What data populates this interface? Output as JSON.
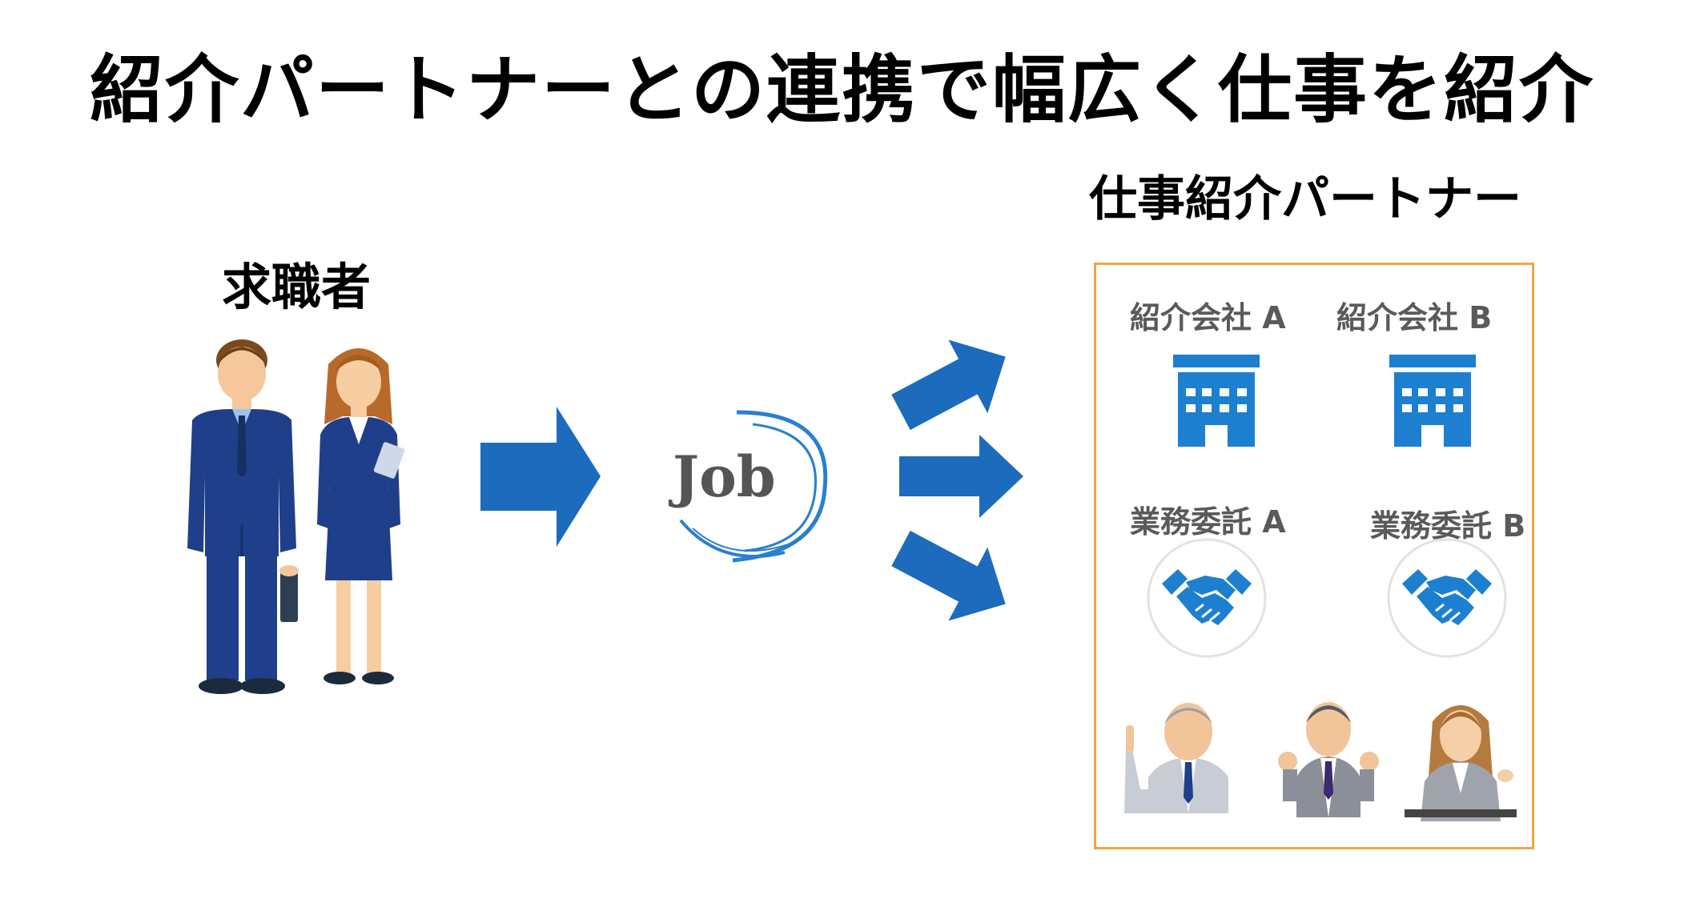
{
  "title": "紹介パートナーとの連携で幅広く仕事を紹介",
  "job_seekers": {
    "label": "求職者"
  },
  "hub": {
    "logo_text": "Job"
  },
  "partners": {
    "title": "仕事紹介パートナー",
    "companies": [
      {
        "label": "紹介会社 A",
        "icon": "building-icon"
      },
      {
        "label": "紹介会社 B",
        "icon": "building-icon"
      }
    ],
    "contractors": [
      {
        "label": "業務委託 A",
        "icon": "handshake-icon"
      },
      {
        "label": "業務委託 B",
        "icon": "handshake-icon"
      }
    ],
    "individuals": [
      {
        "icon": "senior-man-icon"
      },
      {
        "icon": "businessman-icon"
      },
      {
        "icon": "businesswoman-icon"
      }
    ]
  },
  "colors": {
    "arrow": "#1c6bbd",
    "building": "#1d7fcf",
    "frame": "#f0a640",
    "suit": "#1f3f8a"
  }
}
